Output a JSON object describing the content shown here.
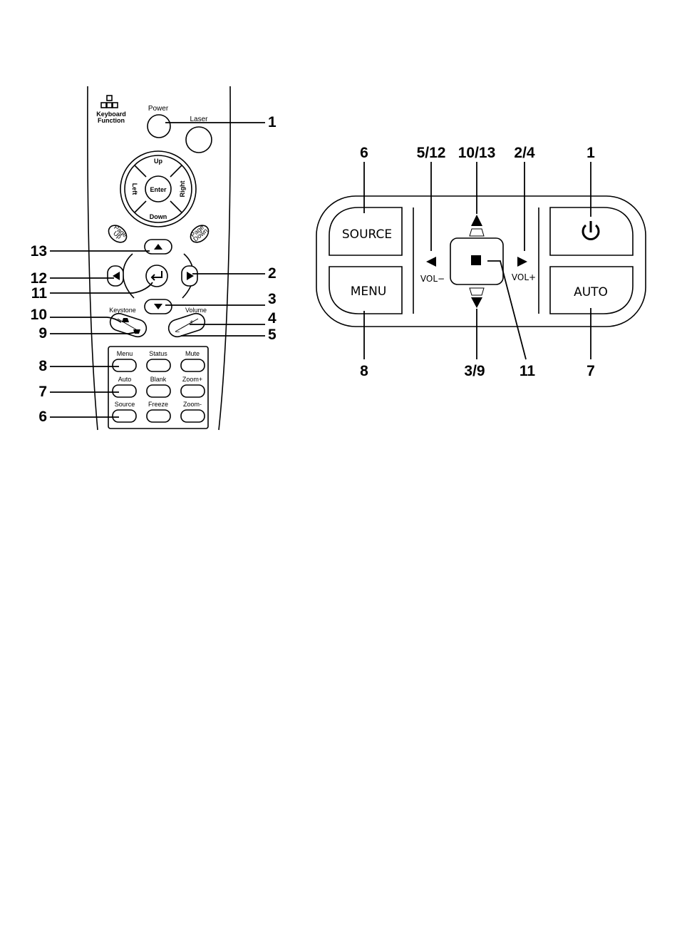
{
  "remote": {
    "keyboard_function": [
      "Keyboard",
      "Function"
    ],
    "power": "Power",
    "laser": "Laser",
    "up": "Up",
    "down": "Down",
    "left": "Left",
    "right": "Right",
    "enter": "Enter",
    "page_up": [
      "Page",
      "Up"
    ],
    "page_down": [
      "Page",
      "Down"
    ],
    "keystone": "Keystone",
    "volume": "Volume",
    "plus": "+",
    "minus": "–",
    "grid": [
      "Menu",
      "Status",
      "Mute",
      "Auto",
      "Blank",
      "Zoom+",
      "Source",
      "Freeze",
      "Zoom-"
    ],
    "callouts": {
      "c1": "1",
      "c2": "2",
      "c3": "3",
      "c4": "4",
      "c5": "5",
      "c6": "6",
      "c7": "7",
      "c8": "8",
      "c9": "9",
      "c10": "10",
      "c11": "11",
      "c12": "12",
      "c13": "13"
    }
  },
  "panel": {
    "source": "SOURCE",
    "menu": "MENU",
    "auto": "AUTO",
    "vol_minus": "VOL−",
    "vol_plus": "VOL+",
    "callouts": {
      "c6": "6",
      "c5_12": "5/12",
      "c10_13": "10/13",
      "c2_4": "2/4",
      "c1": "1",
      "c8": "8",
      "c3_9": "3/9",
      "c11": "11",
      "c7": "7"
    }
  }
}
